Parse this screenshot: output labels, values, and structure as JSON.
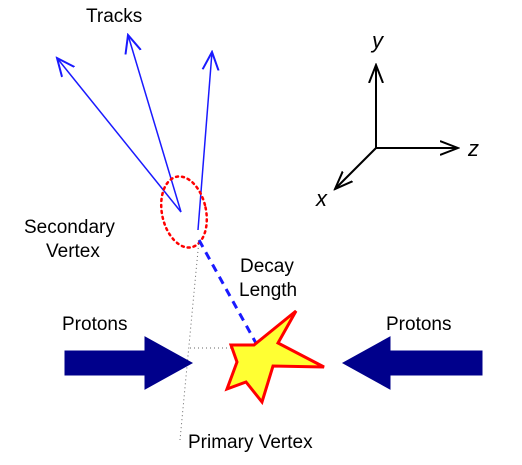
{
  "labels": {
    "tracks": "Tracks",
    "secondary_vertex_line1": "Secondary",
    "secondary_vertex_line2": "Vertex",
    "decay_length_line1": "Decay",
    "decay_length_line2": "Length",
    "protons_left": "Protons",
    "protons_right": "Protons",
    "primary_vertex": "Primary Vertex"
  },
  "axes": {
    "y": "y",
    "z": "z",
    "x": "x"
  },
  "colors": {
    "tracks": "#1a1aff",
    "decay_length": "#1a1aff",
    "proton_arrows": "#00008b",
    "secondary_vertex_ellipse": "#ff0000",
    "star_fill": "#ffff33",
    "star_stroke": "#ff0000",
    "axes": "#000000",
    "guide_lines": "#666666"
  },
  "icons": {
    "collision": "star-burst-icon",
    "proton_beam": "block-arrow-icon"
  }
}
